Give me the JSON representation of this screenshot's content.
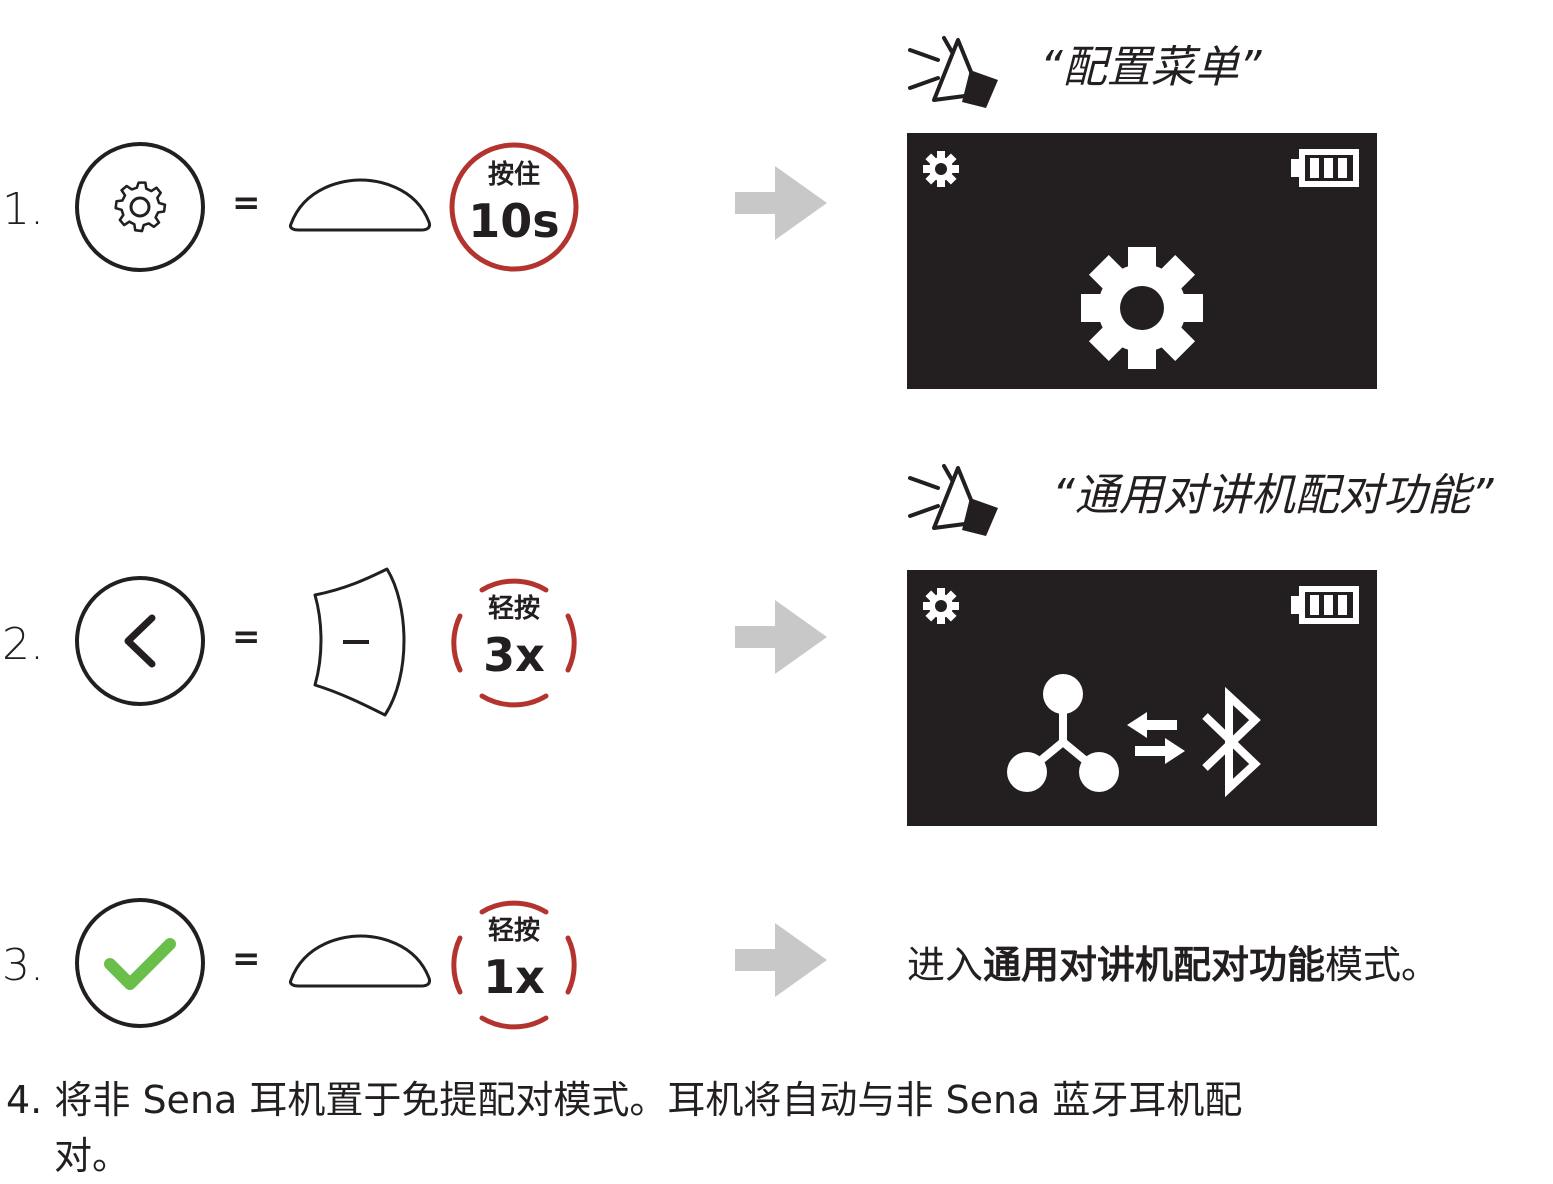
{
  "colors": {
    "ink": "#231f20",
    "accent_red": "#b3342f",
    "check_green": "#6abf4b",
    "arrow_gray": "#c8c8c8",
    "screen_bg": "#231f20"
  },
  "steps": [
    {
      "number": "1.",
      "button_icon": "gear-icon",
      "equals": "=",
      "target_icon": "center-button-icon",
      "badge_action": "按住",
      "badge_value": "10s",
      "voice_prompt": "“配置菜单”",
      "screen_icon": "gear-icon"
    },
    {
      "number": "2.",
      "button_icon": "chevron-left-icon",
      "equals": "=",
      "target_icon": "minus-button-icon",
      "badge_action": "轻按",
      "badge_value": "3x",
      "voice_prompt": "“通用对讲机配对功能”",
      "screen_icon": "universal-intercom-bluetooth-icon"
    },
    {
      "number": "3.",
      "button_icon": "checkmark-icon",
      "equals": "=",
      "target_icon": "center-button-icon",
      "badge_action": "轻按",
      "badge_value": "1x",
      "result_pre": "进入",
      "result_bold": "通用对讲机配对功能",
      "result_post": "模式。"
    }
  ],
  "step4": {
    "number": "4.",
    "line1": "将非 Sena 耳机置于免提配对模式。耳机将自动与非 Sena 蓝牙耳机配",
    "line2": "对。"
  }
}
